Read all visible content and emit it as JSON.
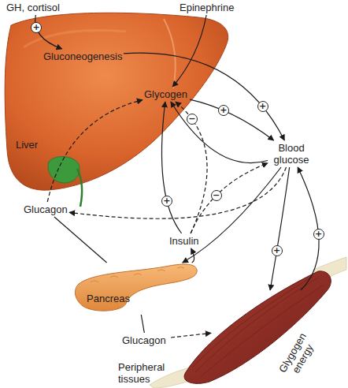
{
  "diagram": {
    "nodes": [
      {
        "text": [
          "GH, cortisol"
        ]
      },
      {
        "text": [
          "Epinephrine"
        ]
      },
      {
        "text": [
          "Liver"
        ]
      },
      {
        "text": [
          "Gluconeogenesis"
        ],
        "in": 2
      },
      {
        "text": [
          "Glycogen"
        ],
        "in": 2
      },
      {
        "text": [
          "Blood glucose"
        ]
      },
      {
        "text": [
          "Glucagon"
        ]
      },
      {
        "text": [
          "Insulin"
        ]
      },
      {
        "text": [
          "Pancreas"
        ]
      },
      {
        "text": [
          "Glucagon"
        ]
      },
      {
        "text": [
          "Glygogen energy"
        ]
      }
    ],
    "edges": [
      {
        "from": 0,
        "to": 3,
        "arrow": "to",
        "label": "+"
      },
      {
        "from": 1,
        "to": 4,
        "arrow": "to"
      },
      {
        "from": 3,
        "to": 5,
        "arrow": "to",
        "label": "+"
      },
      {
        "from": 4,
        "to": 5,
        "arrow": "to",
        "label": "+"
      },
      {
        "from": 5,
        "to": 4,
        "arrow": "to"
      },
      {
        "from": 7,
        "to": 4,
        "arrow": "to",
        "label": "+"
      },
      {
        "from": 7,
        "to": 4,
        "arrow": "to",
        "label": "−"
      },
      {
        "from": 7,
        "to": 5,
        "arrow": "to",
        "label": "−"
      },
      {
        "from": 5,
        "to": 8,
        "arrow": "to"
      },
      {
        "from": 5,
        "to": 6,
        "arrow": "to"
      },
      {
        "from": 8,
        "to": 7,
        "arrow": "to"
      },
      {
        "from": 6,
        "to": 4,
        "arrow": "to"
      },
      {
        "from": 8,
        "to": 6,
        "arrow": "none"
      },
      {
        "from": 8,
        "to": 9,
        "arrow": "none"
      },
      {
        "from": 9,
        "to": 10,
        "arrow": "to"
      },
      {
        "from": 5,
        "to": 10,
        "arrow": "to",
        "label": "+"
      },
      {
        "from": 10,
        "to": 5,
        "arrow": "to",
        "label": "+"
      }
    ],
    "labels": [
      "Peripheral tissues"
    ]
  }
}
